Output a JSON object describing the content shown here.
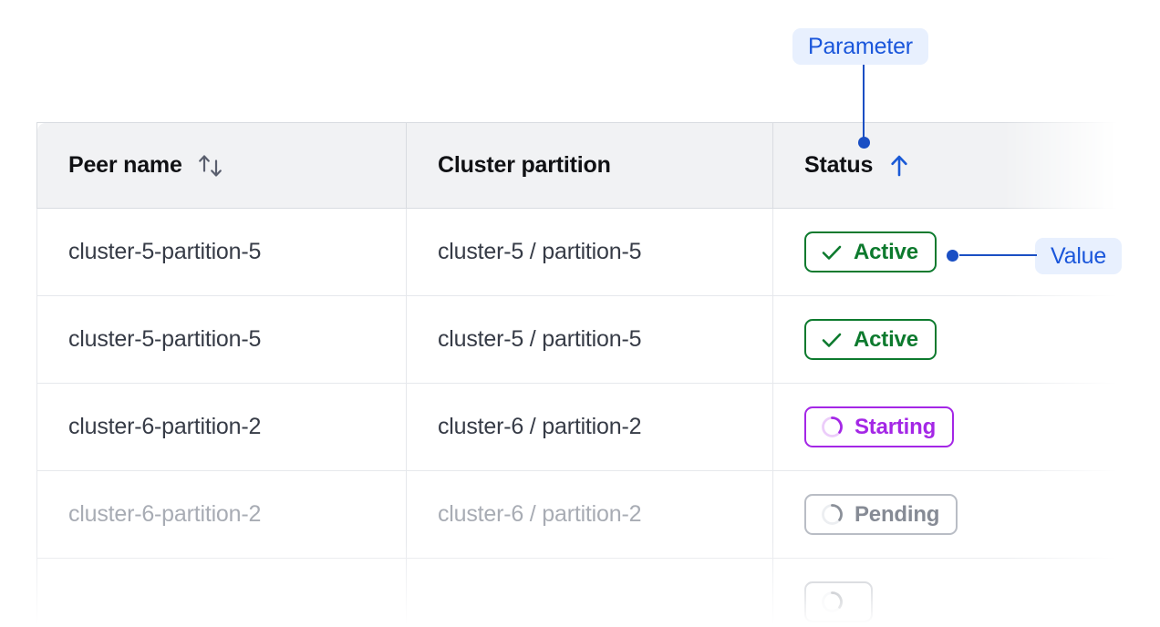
{
  "table": {
    "columns": [
      {
        "key": "peer",
        "label": "Peer name",
        "sort_icon": "sort-both-icon",
        "sort_state": "none"
      },
      {
        "key": "part",
        "label": "Cluster partition",
        "sort_icon": null,
        "sort_state": "none"
      },
      {
        "key": "status",
        "label": "Status",
        "sort_icon": "sort-up-icon",
        "sort_state": "ascending"
      }
    ],
    "rows": [
      {
        "peer": "cluster-5-partition-5",
        "partition": "cluster-5 / partition-5",
        "status": {
          "label": "Active",
          "variant": "active",
          "icon": "check-icon"
        },
        "dimmed": false
      },
      {
        "peer": "cluster-5-partition-5",
        "partition": "cluster-5 / partition-5",
        "status": {
          "label": "Active",
          "variant": "active",
          "icon": "check-icon"
        },
        "dimmed": false
      },
      {
        "peer": "cluster-6-partition-2",
        "partition": "cluster-6 / partition-2",
        "status": {
          "label": "Starting",
          "variant": "starting",
          "icon": "spinner-icon"
        },
        "dimmed": false
      },
      {
        "peer": "cluster-6-partition-2",
        "partition": "cluster-6 / partition-2",
        "status": {
          "label": "Pending",
          "variant": "pending",
          "icon": "spinner-icon"
        },
        "dimmed": true
      },
      {
        "peer": "",
        "partition": "",
        "status": {
          "label": "",
          "variant": "pending",
          "icon": "spinner-icon"
        },
        "dimmed": true
      }
    ]
  },
  "annotations": {
    "parameter": {
      "label": "Parameter"
    },
    "value": {
      "label": "Value"
    }
  },
  "colors": {
    "annotation_blue": "#1a4fc4",
    "annotation_pill_bg": "#e8f0fe",
    "annotation_pill_text": "#1a56db",
    "status_active": "#0d7a2e",
    "status_starting": "#a427e6",
    "status_pending": "#868b95",
    "header_bg": "#f1f2f4",
    "cell_text": "#363b46",
    "cell_text_dim": "#a8acb4",
    "border": "#e6e8ec"
  }
}
